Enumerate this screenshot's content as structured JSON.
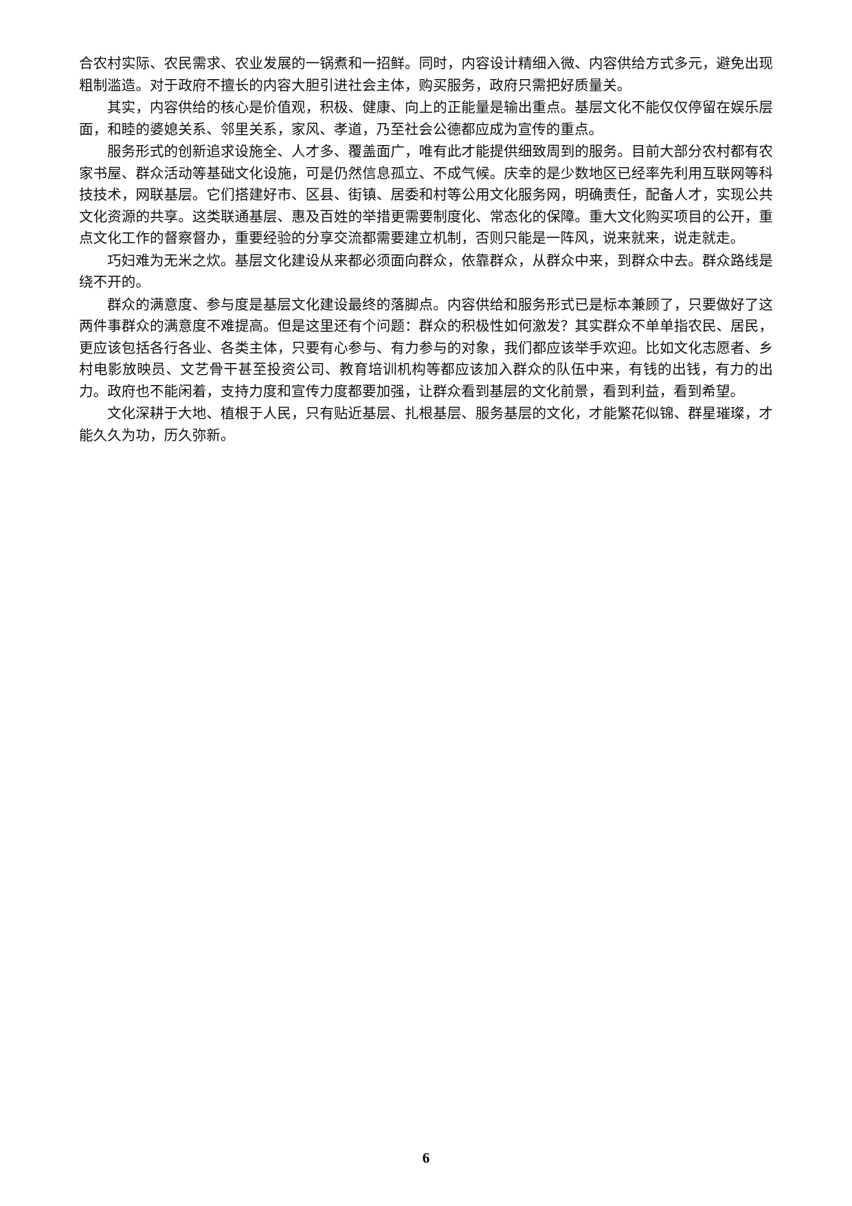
{
  "document": {
    "page_number": "6",
    "paragraphs": [
      {
        "id": "p1",
        "indent": false,
        "text": "合农村实际、农民需求、农业发展的一锅煮和一招鲜。同时，内容设计精细入微、内容供给方式多元，避免出现粗制滥造。对于政府不擅长的内容大胆引进社会主体，购买服务，政府只需把好质量关。"
      },
      {
        "id": "p2",
        "indent": true,
        "text": "其实，内容供给的核心是价值观，积极、健康、向上的正能量是输出重点。基层文化不能仅仅停留在娱乐层面，和睦的婆媳关系、邻里关系，家风、孝道，乃至社会公德都应成为宣传的重点。"
      },
      {
        "id": "p3",
        "indent": true,
        "text": "服务形式的创新追求设施全、人才多、覆盖面广，唯有此才能提供细致周到的服务。目前大部分农村都有农家书屋、群众活动等基础文化设施，可是仍然信息孤立、不成气候。庆幸的是少数地区已经率先利用互联网等科技技术，网联基层。它们搭建好市、区县、街镇、居委和村等公用文化服务网，明确责任，配备人才，实现公共文化资源的共享。这类联通基层、惠及百姓的举措更需要制度化、常态化的保障。重大文化购买项目的公开，重点文化工作的督察督办，重要经验的分享交流都需要建立机制，否则只能是一阵风，说来就来，说走就走。"
      },
      {
        "id": "p4",
        "indent": true,
        "text": "巧妇难为无米之炊。基层文化建设从来都必须面向群众，依靠群众，从群众中来，到群众中去。群众路线是绕不开的。"
      },
      {
        "id": "p5",
        "indent": true,
        "text": "群众的满意度、参与度是基层文化建设最终的落脚点。内容供给和服务形式已是标本兼顾了，只要做好了这两件事群众的满意度不难提高。但是这里还有个问题：群众的积极性如何激发？其实群众不单单指农民、居民，更应该包括各行各业、各类主体，只要有心参与、有力参与的对象，我们都应该举手欢迎。比如文化志愿者、乡村电影放映员、文艺骨干甚至投资公司、教育培训机构等都应该加入群众的队伍中来，有钱的出钱，有力的出力。政府也不能闲着，支持力度和宣传力度都要加强，让群众看到基层的文化前景，看到利益，看到希望。"
      },
      {
        "id": "p6",
        "indent": true,
        "text": "文化深耕于大地、植根于人民，只有贴近基层、扎根基层、服务基层的文化，才能繁花似锦、群星璀璨，才能久久为功，历久弥新。"
      }
    ]
  }
}
